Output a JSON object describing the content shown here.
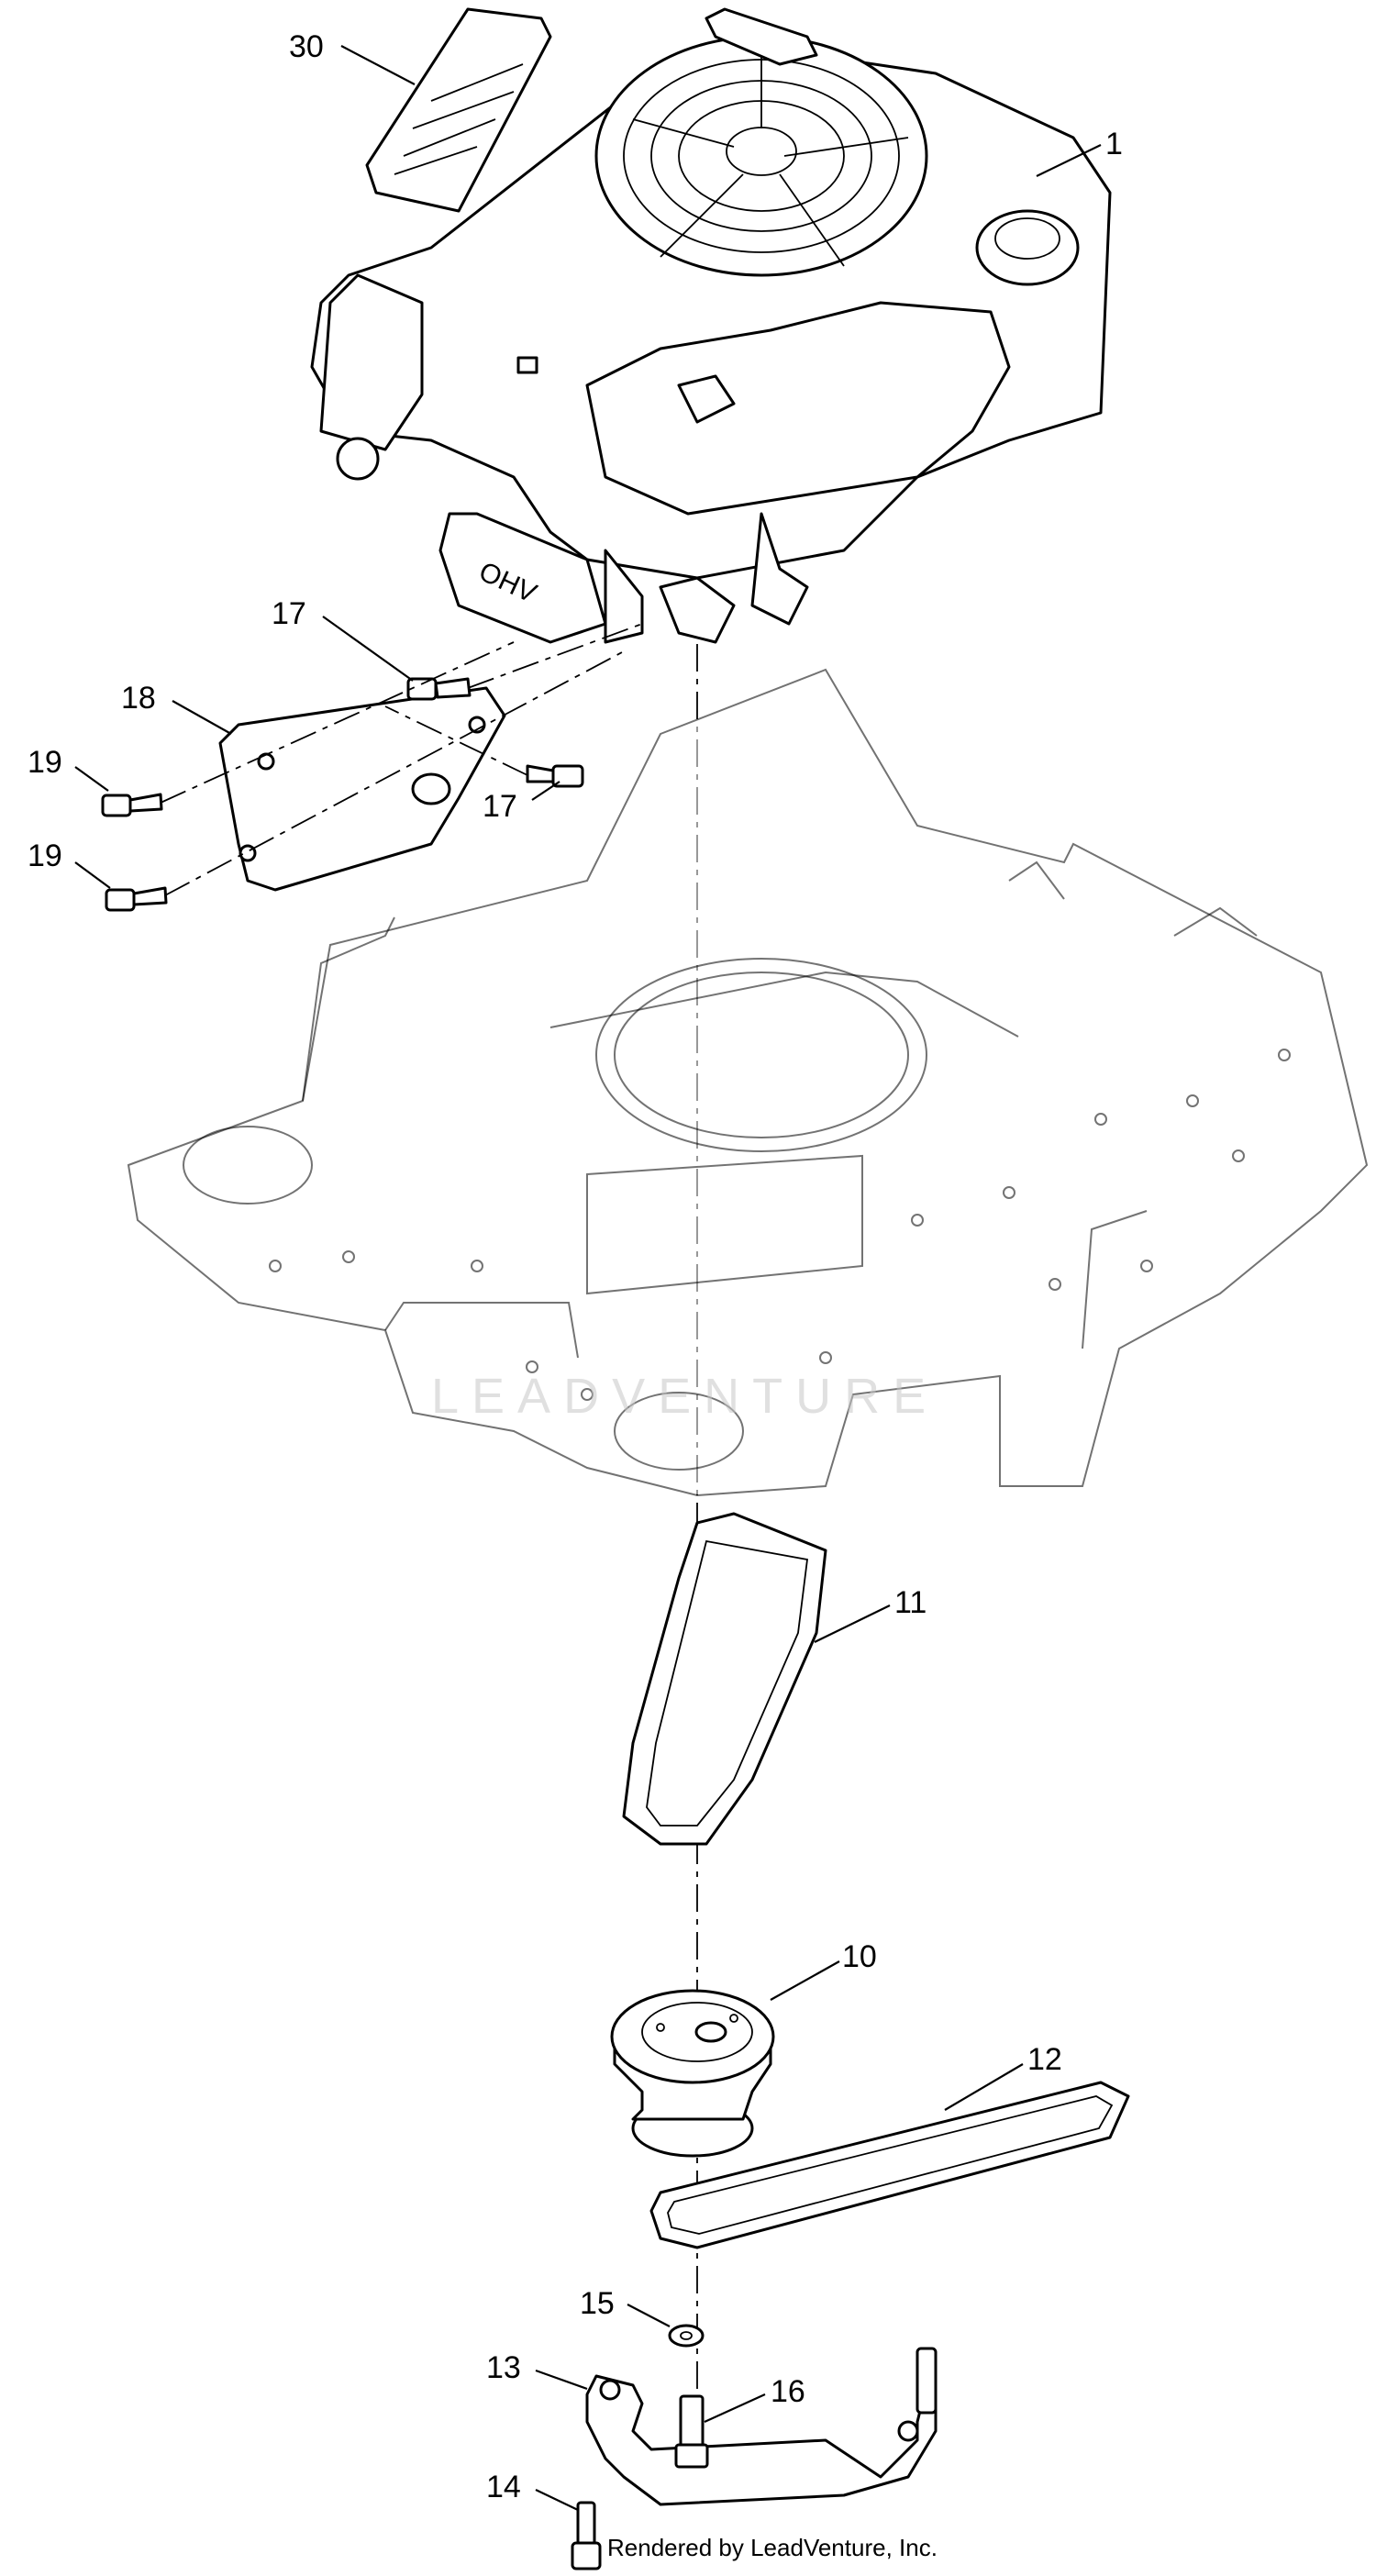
{
  "callouts": {
    "c30": "30",
    "c1": "1",
    "c17a": "17",
    "c18": "18",
    "c19a": "19",
    "c17b": "17",
    "c19b": "19",
    "c11": "11",
    "c10": "10",
    "c12": "12",
    "c15": "15",
    "c13": "13",
    "c16": "16",
    "c14": "14"
  },
  "labels": {
    "engine_badge": "OHV"
  },
  "watermark": "LEADVENTURE",
  "footer": "Rendered by LeadVenture, Inc."
}
